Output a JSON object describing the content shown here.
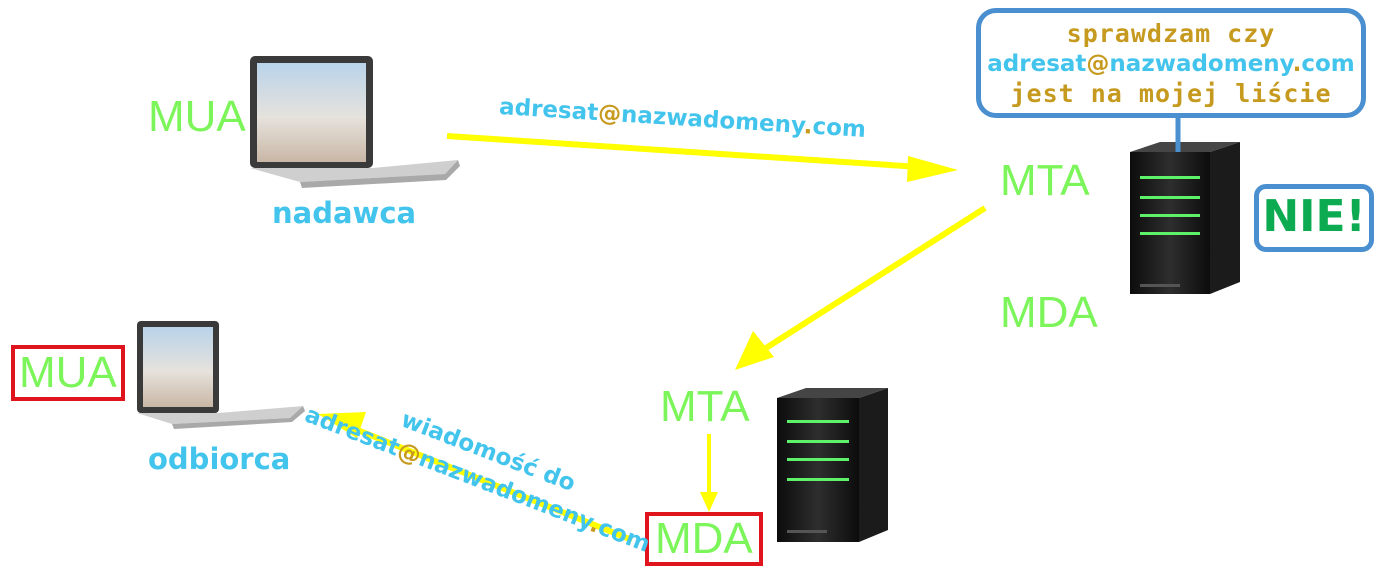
{
  "sender": {
    "mua": "MUA",
    "label": "nadawca"
  },
  "recipient": {
    "mua": "MUA",
    "label": "odbiorca"
  },
  "server_top": {
    "mta": "MTA",
    "mda": "MDA"
  },
  "server_bottom": {
    "mta": "MTA",
    "mda": "MDA"
  },
  "email_top": {
    "user": "adresat",
    "at": "@",
    "domain": "nazwadomeny",
    "dot": ".",
    "tld": "com"
  },
  "email_bottom": {
    "prefix": "wiadomość do",
    "user": "adresat",
    "at": "@",
    "domain": "nazwadomeny",
    "dot": ".",
    "tld": "com"
  },
  "bubble": {
    "line1": "sprawdzam czy",
    "line2_user": "adresat",
    "line2_at": "@",
    "line2_domain": "nazwadomeny",
    "line2_dot": ".",
    "line2_tld": "com",
    "line3": "jest na mojej liście"
  },
  "answer": "NIE!",
  "colors": {
    "arrow": "#ffff00",
    "label_green": "#7cf55a",
    "label_blue": "#43c4ec",
    "accent_gold": "#c69a1f",
    "box_red": "#e0141c",
    "box_blue": "#4a8fd0",
    "nie_green": "#0cab52"
  },
  "icons": [
    "laptop-icon",
    "server-icon"
  ]
}
